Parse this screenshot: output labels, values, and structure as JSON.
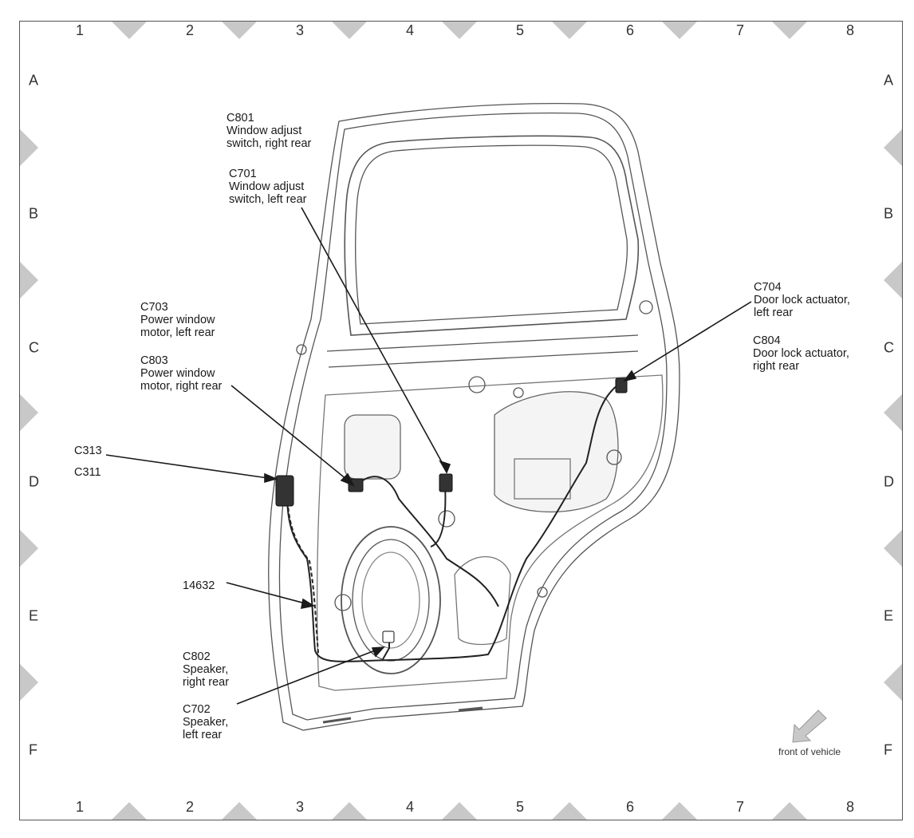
{
  "grid": {
    "columns": [
      "1",
      "2",
      "3",
      "4",
      "5",
      "6",
      "7",
      "8"
    ],
    "rows": [
      "A",
      "B",
      "C",
      "D",
      "E",
      "F"
    ]
  },
  "callouts": {
    "c801_window_switch_rr": "C801\nWindow adjust\nswitch, right rear",
    "c701_window_switch_lr": "C701\nWindow adjust\nswitch, left rear",
    "c703_window_motor_lr": "C703\nPower window\nmotor, left rear",
    "c803_window_motor_rr": "C803\nPower window\nmotor, right rear",
    "c313": "C313",
    "c311": "C311",
    "harness_14632": "14632",
    "c802_speaker_rr": "C802\nSpeaker,\nright rear",
    "c702_speaker_lr": "C702\nSpeaker,\nleft rear",
    "c704_lock_actuator_lr": "C704\nDoor lock actuator,\nleft rear",
    "c804_lock_actuator_rr": "C804\nDoor lock actuator,\nright rear"
  },
  "orientation": {
    "label": "front of vehicle",
    "arrow_icon": "arrow-down-left-icon"
  },
  "colors": {
    "line": "#333333",
    "marker": "#c8c8c8",
    "connector": "#222222"
  }
}
